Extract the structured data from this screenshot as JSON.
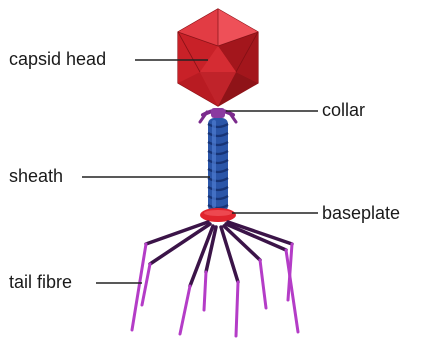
{
  "labels": {
    "capsid_head": "capsid head",
    "collar": "collar",
    "sheath": "sheath",
    "baseplate": "baseplate",
    "tail_fibre": "tail fibre"
  },
  "colors": {
    "capsid": "#d42a2f",
    "capsid_dark": "#8f1318",
    "capsid_light": "#ee5058",
    "collar": "#7b2a8c",
    "sheath": "#2a55a8",
    "sheath_dark": "#173476",
    "baseplate": "#e0242d",
    "tail_fibre_dark": "#3b1448",
    "tail_fibre_light": "#b43cc7",
    "leader": "#222222",
    "text": "#1a1a1a"
  }
}
